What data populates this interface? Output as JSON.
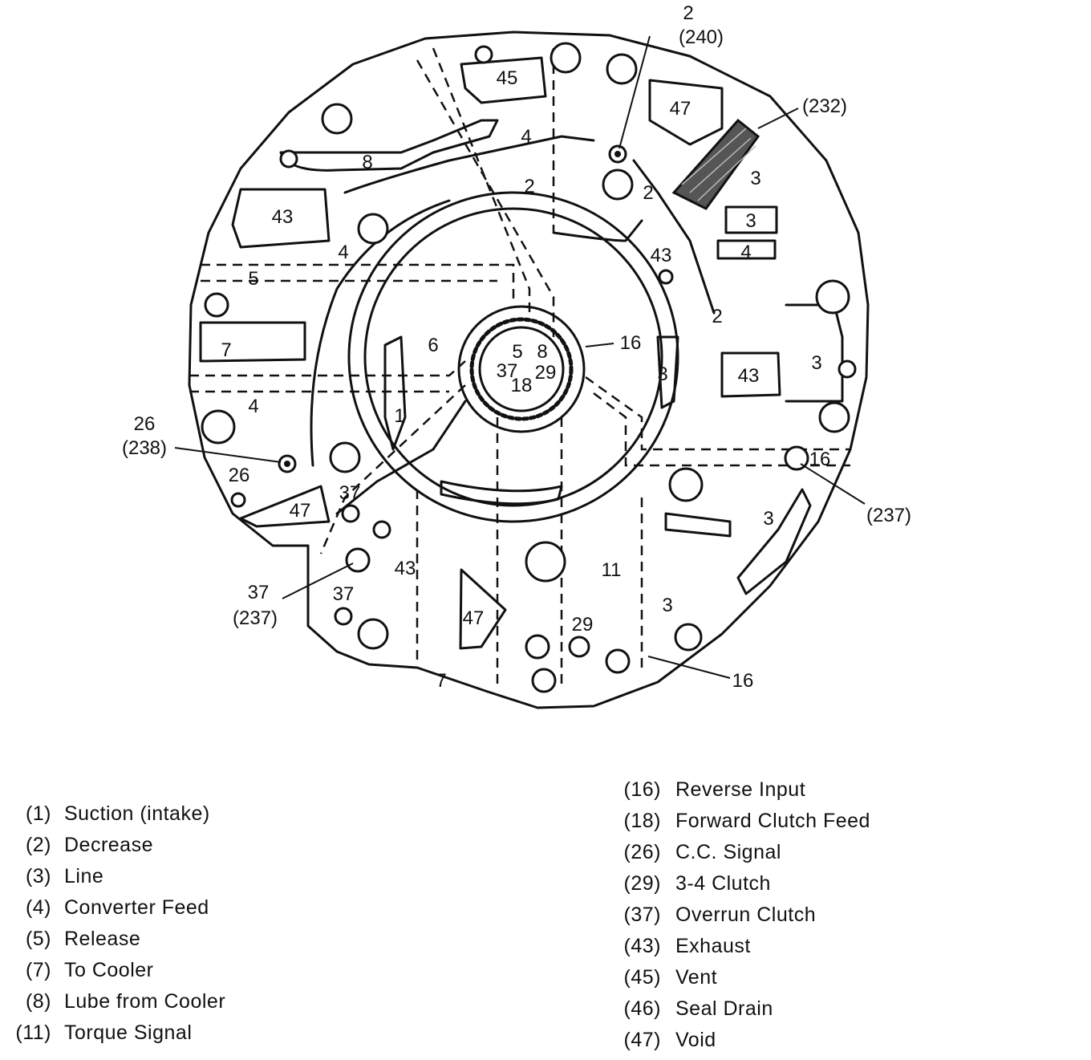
{
  "diagram": {
    "area_labels": [
      {
        "id": "a45",
        "text": "45"
      },
      {
        "id": "a47-top",
        "text": "47"
      },
      {
        "id": "a4-top",
        "text": "4"
      },
      {
        "id": "a8",
        "text": "8"
      },
      {
        "id": "a2-mid",
        "text": "2"
      },
      {
        "id": "a2-right",
        "text": "2"
      },
      {
        "id": "a3-top",
        "text": "3"
      },
      {
        "id": "a3-box",
        "text": "3"
      },
      {
        "id": "a4-box",
        "text": "4"
      },
      {
        "id": "a43-left",
        "text": "43"
      },
      {
        "id": "a4-left",
        "text": "4"
      },
      {
        "id": "a43-center",
        "text": "43"
      },
      {
        "id": "a5",
        "text": "5"
      },
      {
        "id": "a2-lower",
        "text": "2"
      },
      {
        "id": "a7",
        "text": "7"
      },
      {
        "id": "a6",
        "text": "6"
      },
      {
        "id": "a5-hub",
        "text": "5"
      },
      {
        "id": "a8-hub",
        "text": "8"
      },
      {
        "id": "a37-hub",
        "text": "37"
      },
      {
        "id": "a29-hub",
        "text": "29"
      },
      {
        "id": "a18-hub",
        "text": "18"
      },
      {
        "id": "a3-center",
        "text": "3"
      },
      {
        "id": "a43-right",
        "text": "43"
      },
      {
        "id": "a3-right",
        "text": "3"
      },
      {
        "id": "a4-lower",
        "text": "4"
      },
      {
        "id": "a1",
        "text": "1"
      },
      {
        "id": "a26",
        "text": "26"
      },
      {
        "id": "a47-left",
        "text": "47"
      },
      {
        "id": "a37-upper",
        "text": "37"
      },
      {
        "id": "a16-port",
        "text": "16"
      },
      {
        "id": "a3-lowright",
        "text": "3"
      },
      {
        "id": "a43-bottom",
        "text": "43"
      },
      {
        "id": "a11",
        "text": "11"
      },
      {
        "id": "a3-bottom",
        "text": "3"
      },
      {
        "id": "a37-bottom",
        "text": "37"
      },
      {
        "id": "a47-bottom",
        "text": "47"
      },
      {
        "id": "a29-bottom",
        "text": "29"
      },
      {
        "id": "a7-bottom",
        "text": "7"
      }
    ],
    "callouts": [
      {
        "id": "c2-240",
        "lines": [
          "2",
          "(240)"
        ]
      },
      {
        "id": "c232",
        "lines": [
          "(232)"
        ]
      },
      {
        "id": "c16-center",
        "lines": [
          "16"
        ]
      },
      {
        "id": "c26-238",
        "lines": [
          "26",
          "(238)"
        ]
      },
      {
        "id": "c237-right",
        "lines": [
          "(237)"
        ]
      },
      {
        "id": "c37-237",
        "lines": [
          "37",
          "(237)"
        ]
      },
      {
        "id": "c16-bottom",
        "lines": [
          "16"
        ]
      }
    ]
  },
  "legend_left": [
    {
      "num": "(1)",
      "text": "Suction (intake)"
    },
    {
      "num": "(2)",
      "text": "Decrease"
    },
    {
      "num": "(3)",
      "text": "Line"
    },
    {
      "num": "(4)",
      "text": "Converter Feed"
    },
    {
      "num": "(5)",
      "text": "Release"
    },
    {
      "num": "(7)",
      "text": "To Cooler"
    },
    {
      "num": "(8)",
      "text": "Lube from Cooler"
    },
    {
      "num": "(11)",
      "text": "Torque Signal"
    }
  ],
  "legend_right": [
    {
      "num": "(16)",
      "text": "Reverse Input"
    },
    {
      "num": "(18)",
      "text": "Forward Clutch Feed"
    },
    {
      "num": "(26)",
      "text": "C.C. Signal"
    },
    {
      "num": "(29)",
      "text": "3-4 Clutch"
    },
    {
      "num": "(37)",
      "text": "Overrun Clutch"
    },
    {
      "num": "(43)",
      "text": "Exhaust"
    },
    {
      "num": "(45)",
      "text": "Vent"
    },
    {
      "num": "(46)",
      "text": "Seal Drain"
    },
    {
      "num": "(47)",
      "text": "Void"
    }
  ]
}
